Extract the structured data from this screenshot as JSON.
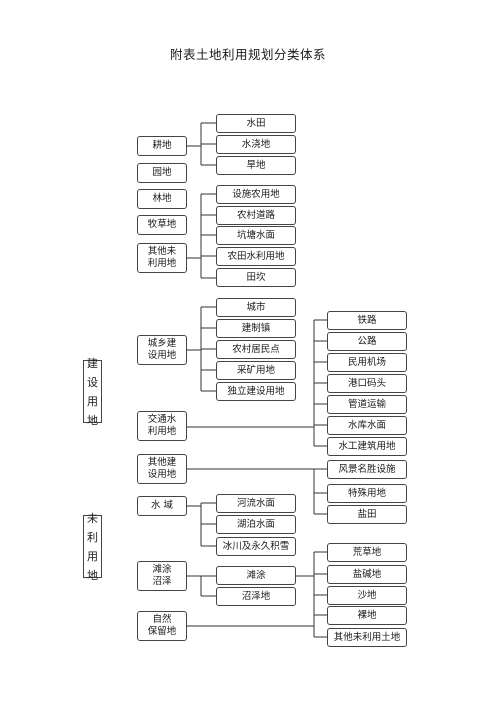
{
  "title": "附表土地利用规划分类体系",
  "groups": [
    {
      "label": "建设用地"
    },
    {
      "label": "未利用地"
    }
  ],
  "first_level": [
    {
      "label": "耕地"
    },
    {
      "label": "园地"
    },
    {
      "label": "林地"
    },
    {
      "label": "牧草地"
    },
    {
      "label": "其他未\n利用地"
    },
    {
      "label": "城乡建\n设用地"
    },
    {
      "label": "交通水\n利用地"
    },
    {
      "label": "其他建\n设用地"
    },
    {
      "label": "水  域"
    },
    {
      "label": "滩涂\n沼泽"
    },
    {
      "label": "自然\n保留地"
    }
  ],
  "second_level": [
    {
      "label": "水田"
    },
    {
      "label": "水浇地"
    },
    {
      "label": "旱地"
    },
    {
      "label": "设施农用地"
    },
    {
      "label": "农村道路"
    },
    {
      "label": "坑塘水面"
    },
    {
      "label": "农田水利用地"
    },
    {
      "label": "田坎"
    },
    {
      "label": "城市"
    },
    {
      "label": "建制镇"
    },
    {
      "label": "农村居民点"
    },
    {
      "label": "采矿用地"
    },
    {
      "label": "独立建设用地"
    },
    {
      "label": "河流水面"
    },
    {
      "label": "湖泊水面"
    },
    {
      "label": "冰川及永久积雪"
    },
    {
      "label": "滩涂"
    },
    {
      "label": "沼泽地"
    }
  ],
  "right_column": [
    {
      "label": "铁路"
    },
    {
      "label": "公路"
    },
    {
      "label": "民用机场"
    },
    {
      "label": "港口码头"
    },
    {
      "label": "管道运输"
    },
    {
      "label": "水库水面"
    },
    {
      "label": "水工建筑用地"
    },
    {
      "label": "风景名胜设施"
    },
    {
      "label": "特殊用地"
    },
    {
      "label": "盐田"
    },
    {
      "label": "荒草地"
    },
    {
      "label": "盐碱地"
    },
    {
      "label": "沙地"
    },
    {
      "label": "裸地"
    },
    {
      "label": "其他未利用土地"
    }
  ]
}
